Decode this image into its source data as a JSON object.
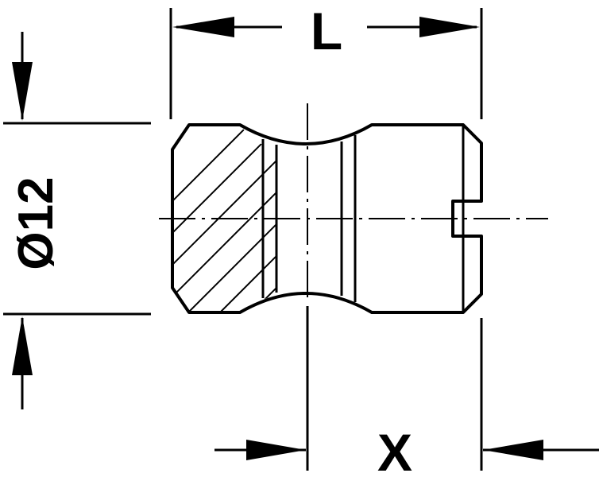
{
  "dimensions": {
    "length_label": "L",
    "diameter_label": "Ø12",
    "offset_label": "X"
  },
  "colors": {
    "line": "#000000",
    "background": "#ffffff"
  }
}
